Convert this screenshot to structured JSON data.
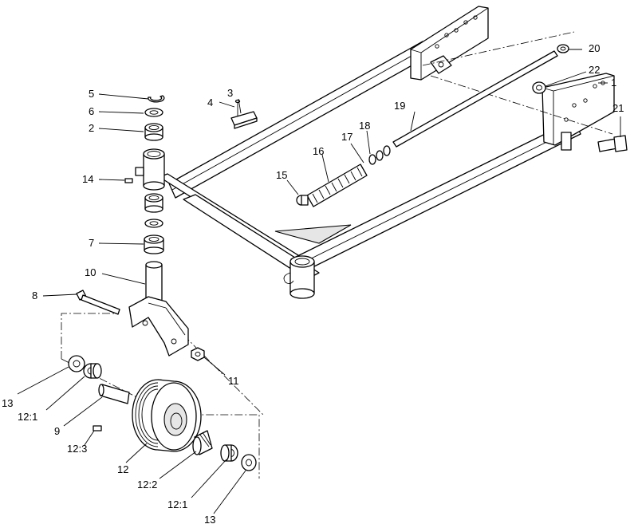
{
  "callouts": [
    {
      "id": "c1",
      "label": "1"
    },
    {
      "id": "c2",
      "label": "2"
    },
    {
      "id": "c3",
      "label": "3"
    },
    {
      "id": "c4",
      "label": "4"
    },
    {
      "id": "c5",
      "label": "5"
    },
    {
      "id": "c6",
      "label": "6"
    },
    {
      "id": "c7",
      "label": "7"
    },
    {
      "id": "c8",
      "label": "8"
    },
    {
      "id": "c9",
      "label": "9"
    },
    {
      "id": "c10",
      "label": "10"
    },
    {
      "id": "c11",
      "label": "11"
    },
    {
      "id": "c12",
      "label": "12"
    },
    {
      "id": "c12_1a",
      "label": "12:1"
    },
    {
      "id": "c12_1b",
      "label": "12:1"
    },
    {
      "id": "c12_2",
      "label": "12:2"
    },
    {
      "id": "c12_3",
      "label": "12:3"
    },
    {
      "id": "c13a",
      "label": "13"
    },
    {
      "id": "c13b",
      "label": "13"
    },
    {
      "id": "c14",
      "label": "14"
    },
    {
      "id": "c15",
      "label": "15"
    },
    {
      "id": "c16",
      "label": "16"
    },
    {
      "id": "c17",
      "label": "17"
    },
    {
      "id": "c18",
      "label": "18"
    },
    {
      "id": "c19",
      "label": "19"
    },
    {
      "id": "c20",
      "label": "20"
    },
    {
      "id": "c21",
      "label": "21"
    },
    {
      "id": "c22",
      "label": "22"
    }
  ]
}
